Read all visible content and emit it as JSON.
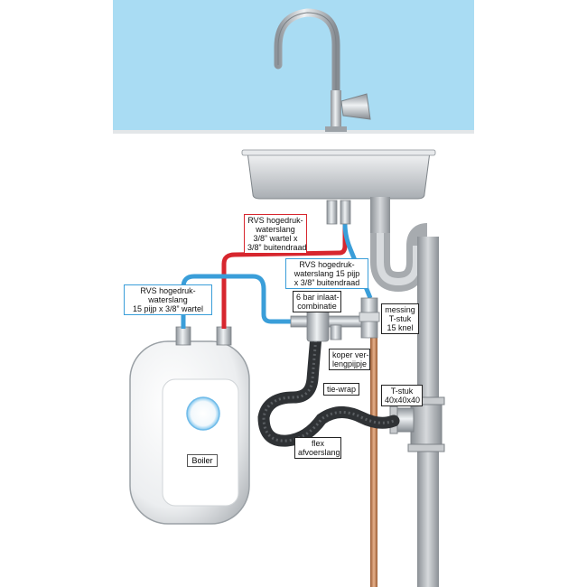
{
  "labels": {
    "rvs_red": [
      "RVS hogedruk-",
      "waterslang",
      "3/8” wartel x",
      "3/8” buitendraad"
    ],
    "rvs_blue_right": [
      "RVS hogedruk-",
      "waterslang 15 pijp",
      "x 3/8” buitendraad"
    ],
    "rvs_blue_left": [
      "RVS hogedruk-",
      "waterslang",
      "15 pijp x 3/8” wartel"
    ],
    "inlaat": [
      "6 bar inlaat-",
      "combinatie"
    ],
    "messing": [
      "messing",
      "T-stuk",
      "15 knel"
    ],
    "koper": [
      "koper ver-",
      "lengpijpje"
    ],
    "tiewrap": [
      "tie-wrap"
    ],
    "tstuk": [
      "T-stuk",
      "40x40x40"
    ],
    "flex": [
      "flex",
      "afvoerslang"
    ],
    "boiler": "Boiler"
  },
  "colors": {
    "hot_hose": "#d7262e",
    "cold_hose": "#3a9ed9",
    "wall": "#a9dcf3",
    "cabinet": "#ffffff",
    "copper": "#c98a5e",
    "drain": "#b9bcbf"
  }
}
